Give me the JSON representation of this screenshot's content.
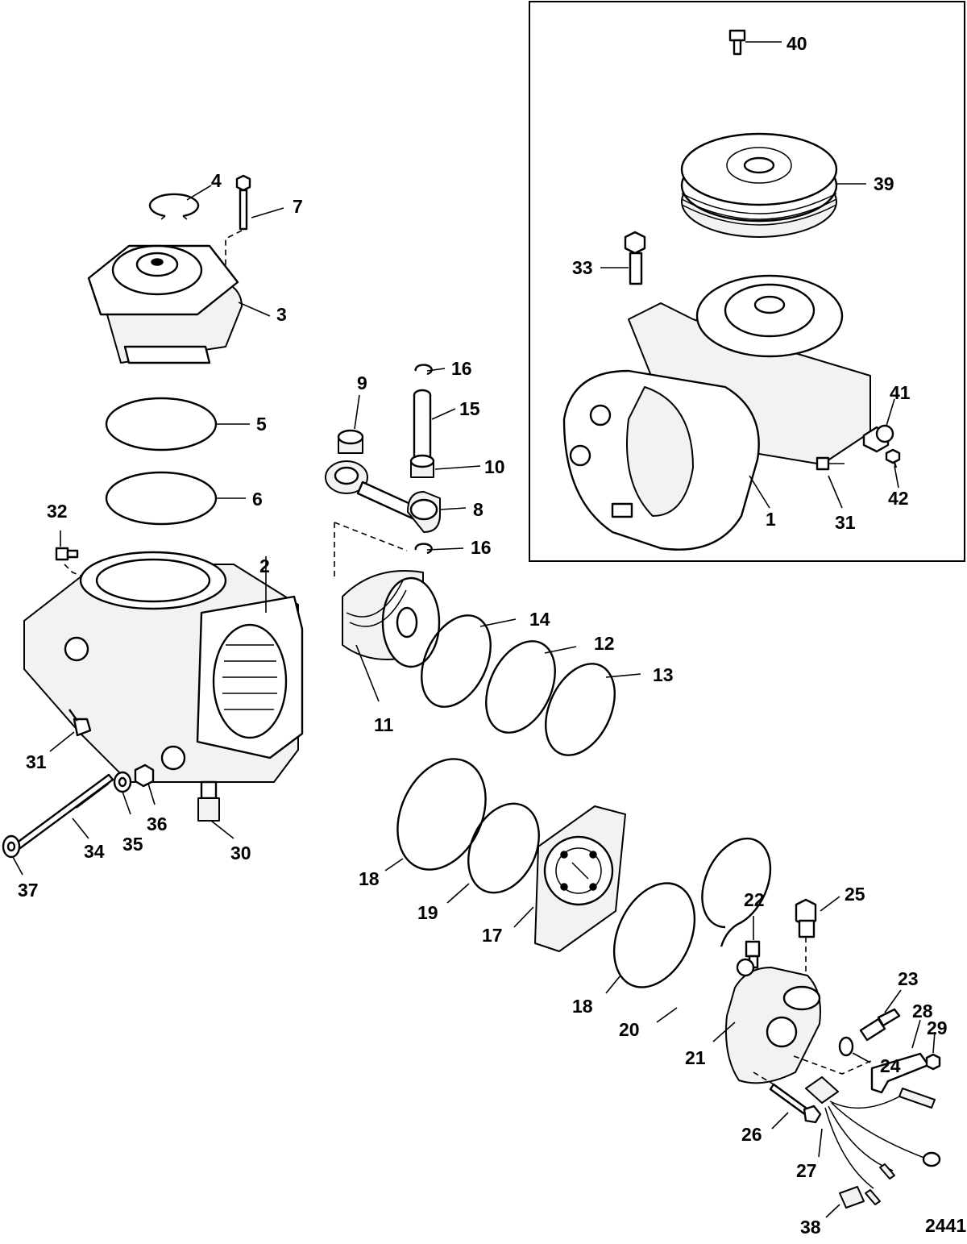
{
  "figure_id": "2441",
  "callouts": {
    "c1": "1",
    "c2": "2",
    "c3": "3",
    "c4": "4",
    "c5": "5",
    "c6": "6",
    "c7": "7",
    "c8": "8",
    "c9": "9",
    "c10": "10",
    "c11": "11",
    "c12": "12",
    "c13": "13",
    "c14": "14",
    "c15": "15",
    "c16a": "16",
    "c16b": "16",
    "c17": "17",
    "c18a": "18",
    "c18b": "18",
    "c19": "19",
    "c20": "20",
    "c21": "21",
    "c22": "22",
    "c23": "23",
    "c24": "24",
    "c25": "25",
    "c26": "26",
    "c27": "27",
    "c28": "28",
    "c29": "29",
    "c30": "30",
    "c31a": "31",
    "c31b": "31",
    "c32": "32",
    "c33": "33",
    "c34": "34",
    "c35": "35",
    "c36": "36",
    "c37": "37",
    "c38": "38",
    "c39": "39",
    "c40": "40",
    "c41": "41",
    "c42": "42"
  }
}
